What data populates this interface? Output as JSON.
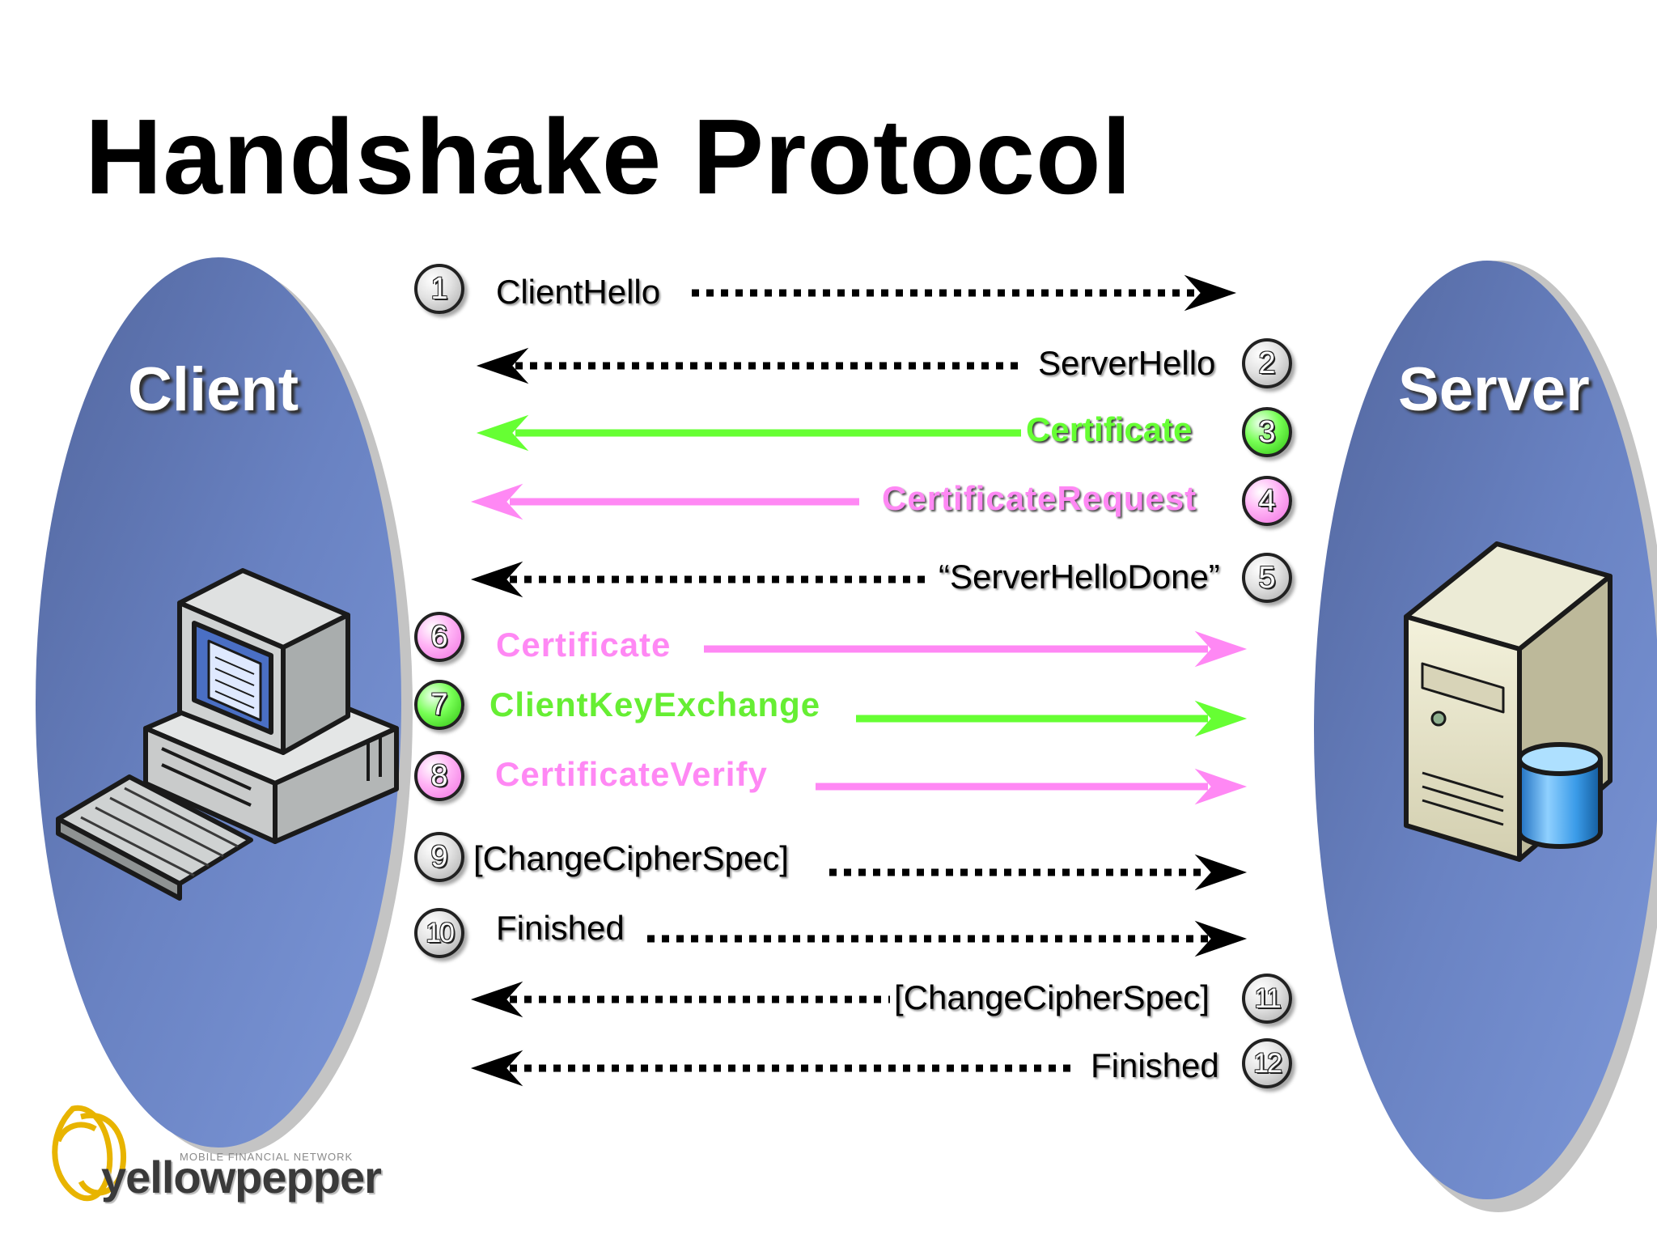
{
  "title": "Handshake Protocol",
  "client_label": "Client",
  "server_label": "Server",
  "colors": {
    "ellipse_fill": "#6b86c9",
    "green": "#66ff33",
    "pink": "#ff88f4",
    "dotted": "#000000"
  },
  "messages": [
    {
      "step": "1",
      "label": "ClientHello",
      "direction": "to-server",
      "style": "dotted",
      "color": "black"
    },
    {
      "step": "2",
      "label": "ServerHello",
      "direction": "to-client",
      "style": "dotted",
      "color": "black"
    },
    {
      "step": "3",
      "label": "Certificate",
      "direction": "to-client",
      "style": "solid",
      "color": "green"
    },
    {
      "step": "4",
      "label": "CertificateRequest",
      "direction": "to-client",
      "style": "solid",
      "color": "pink"
    },
    {
      "step": "5",
      "label": "“ServerHelloDone”",
      "direction": "to-client",
      "style": "dotted",
      "color": "black"
    },
    {
      "step": "6",
      "label": "Certificate",
      "direction": "to-server",
      "style": "solid",
      "color": "pink"
    },
    {
      "step": "7",
      "label": "ClientKeyExchange",
      "direction": "to-server",
      "style": "solid",
      "color": "green"
    },
    {
      "step": "8",
      "label": "CertificateVerify",
      "direction": "to-server",
      "style": "solid",
      "color": "pink"
    },
    {
      "step": "9",
      "label": "[ChangeCipherSpec]",
      "direction": "to-server",
      "style": "dotted",
      "color": "black"
    },
    {
      "step": "10",
      "label": "Finished",
      "direction": "to-server",
      "style": "dotted",
      "color": "black"
    },
    {
      "step": "11",
      "label": "[ChangeCipherSpec]",
      "direction": "to-client",
      "style": "dotted",
      "color": "black"
    },
    {
      "step": "12",
      "label": "Finished",
      "direction": "to-client",
      "style": "dotted",
      "color": "black"
    }
  ],
  "icons": {
    "client": "desktop-computer-icon",
    "server": "server-with-database-icon",
    "logo": "yellowpepper-logo"
  },
  "logo": {
    "text": "yellowpepper",
    "tagline": "MOBILE FINANCIAL NETWORK"
  }
}
